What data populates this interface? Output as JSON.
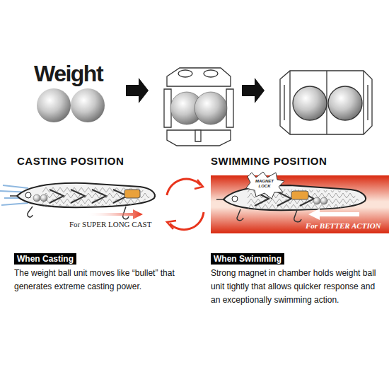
{
  "diagram": {
    "nodes": [
      {
        "text": [
          "When Casting"
        ]
      },
      {
        "text": [
          "When Swimming"
        ]
      }
    ],
    "labels": [
      "Weight",
      "CASTING POSITION",
      "SWIMMING POSITION",
      "For SUPER LONG CAST",
      "MAGNET LOCK",
      "For BETTER ACTION",
      "The weight ball unit moves  like “bullet” that generates extreme casting power.",
      "Strong magnet in chamber holds weight ball unit tightly that allows quicker response and an exceptionally swimming action."
    ]
  }
}
